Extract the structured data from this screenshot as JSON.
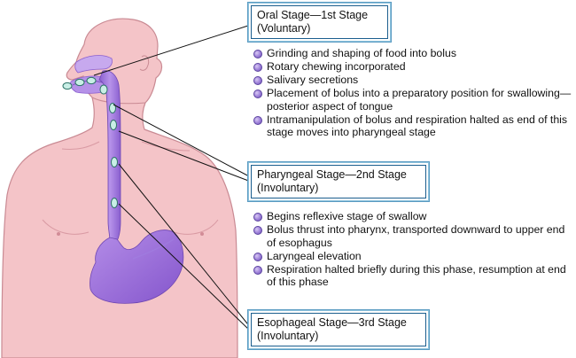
{
  "stages": [
    {
      "title": "Oral Stage—1st Stage",
      "subtitle": "(Voluntary)",
      "bullets": [
        "Grinding and shaping of food into bolus",
        "Rotary chewing incorporated",
        "Salivary secretions",
        "Placement of bolus into a preparatory position for swallowing—posterior aspect of tongue",
        "Intramanipulation of bolus and respiration halted as end of this stage moves into pharyngeal stage"
      ]
    },
    {
      "title": "Pharyngeal Stage—2nd Stage",
      "subtitle": "(Involuntary)",
      "bullets": [
        "Begins reflexive stage of swallow",
        "Bolus thrust into pharynx, transported downward to upper end of esophagus",
        "Laryngeal elevation",
        "Respiration halted briefly during this phase, resumption at end of this phase"
      ]
    },
    {
      "title": "Esophageal Stage—3rd Stage",
      "subtitle": "(Involuntary)",
      "bullets": []
    }
  ],
  "colors": {
    "skin": "#f4c4c8",
    "skin_outline": "#c98a93",
    "tract": "#9a6fd6",
    "tract_light": "#c7a9ee",
    "bolus": "#c9efe6",
    "box_border": "#1b5e8e"
  }
}
